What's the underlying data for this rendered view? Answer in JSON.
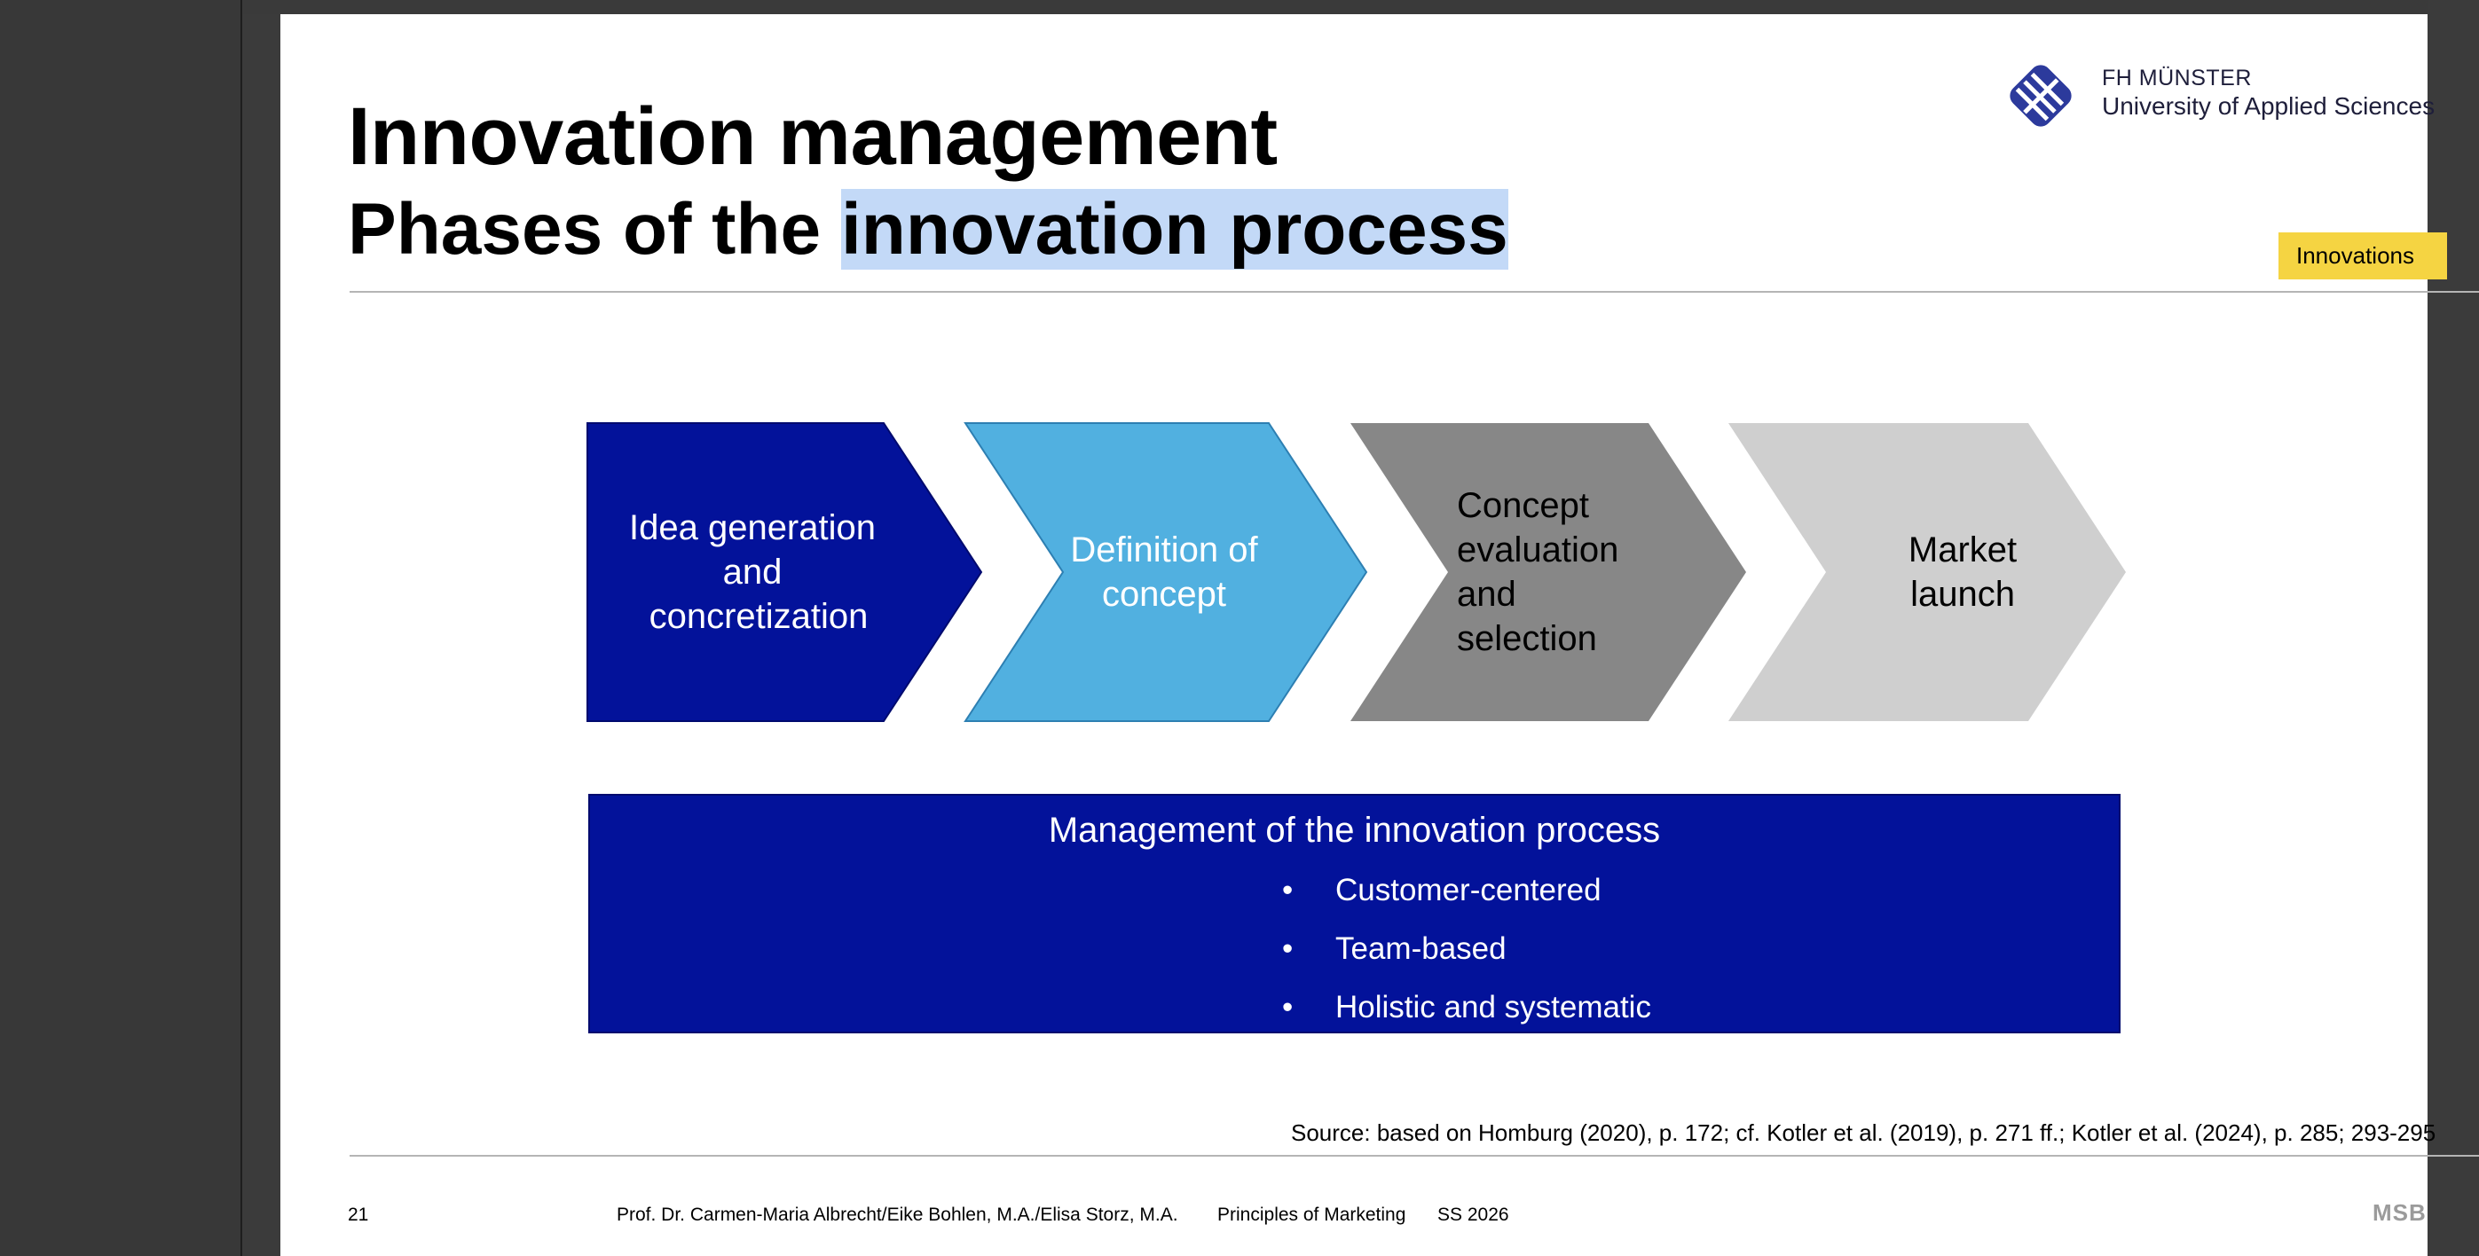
{
  "slide": {
    "title": "Innovation management",
    "subtitle_plain": "Phases of the ",
    "subtitle_highlighted": "innovation process",
    "logo": {
      "line1": "FH MÜNSTER",
      "line2": "University of Applied Sciences"
    },
    "tag": "Innovations"
  },
  "process_steps": [
    {
      "label_lines": [
        "Idea generation",
        "and",
        "concretization"
      ],
      "fill": "#03129a",
      "text_color": "#ffffff"
    },
    {
      "label_lines": [
        "Definition of",
        "concept"
      ],
      "fill": "#51b0e0",
      "text_color": "#ffffff"
    },
    {
      "label_lines": [
        "Concept",
        "evaluation and",
        "selection"
      ],
      "fill": "#878787",
      "text_color": "#000000"
    },
    {
      "label_lines": [
        "Market",
        "launch"
      ],
      "fill": "#cfcfcf",
      "text_color": "#000000"
    }
  ],
  "management": {
    "title": "Management of the innovation process",
    "bullet": "•",
    "items": [
      "Customer-centered",
      "Team-based",
      "Holistic and systematic"
    ]
  },
  "source": "Source: based on Homburg (2020), p. 172; cf. Kotler et al. (2019), p. 271 ff.; Kotler et al. (2024), p. 285; 293-295",
  "footer": {
    "page": "21",
    "authors": "Prof. Dr. Carmen-Maria Albrecht/Eike Bohlen, M.A./Elisa Storz, M.A.",
    "course": "Principles of Marketing",
    "semester": "SS 2026",
    "brand": "MSB"
  },
  "colors": {
    "accent_blue": "#03129a",
    "light_blue": "#51b0e0",
    "gray": "#878787",
    "light_gray": "#cfcfcf",
    "tag_yellow": "#f5d442",
    "highlight": "#c3d9f7"
  }
}
